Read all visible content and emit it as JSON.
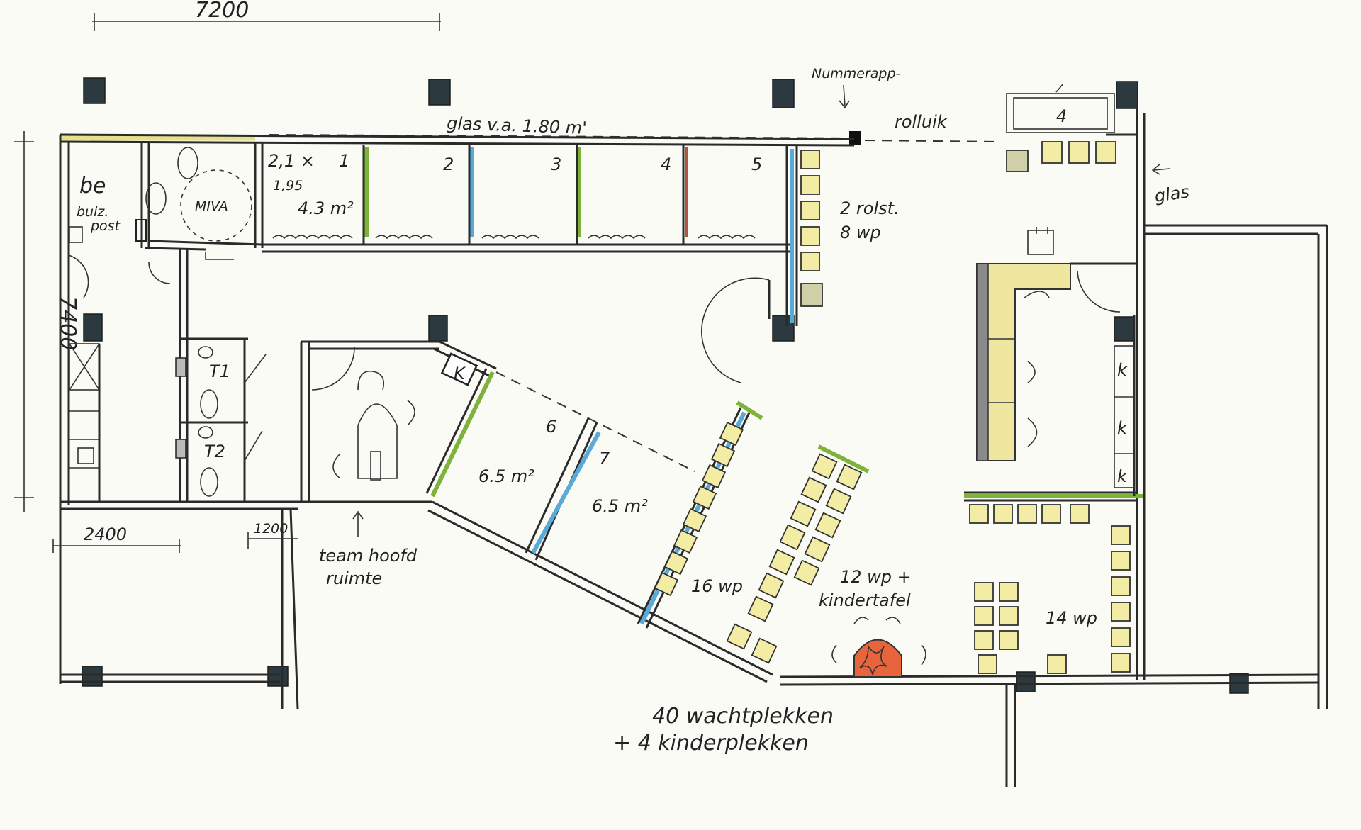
{
  "dimensions": {
    "top_width": "7200",
    "left_height": "7400",
    "bottom_left": "2400",
    "bottom_small": "1200"
  },
  "annotations": {
    "glass_top": "glas v.a. 1.80 m'",
    "ticket_machine": "Nummerapp-",
    "rolluik": "rolluik",
    "glas_right": "glas",
    "be": "be",
    "buiz_post_1": "buiz.",
    "buiz_post_2": "post",
    "mivA": "MIVA",
    "room1_dims_1": "2,1 ×",
    "room1_dims_2": "1,95",
    "room1_area": "4.3 m²",
    "room1_num": "1",
    "room2_num": "2",
    "room3_num": "3",
    "room4_num": "4",
    "room5_num": "5",
    "rolst_1": "2 rolst.",
    "rolst_2": "8 wp",
    "t1": "T1",
    "t2": "T2",
    "k_label": "K",
    "room6_num": "6",
    "room6_area": "6.5 m²",
    "room7_num": "7",
    "room7_area": "6.5 m²",
    "teamhoofd_1": "team hoofd",
    "teamhoofd_2": "ruimte",
    "wp16": "16 wp",
    "wp12_1": "12 wp +",
    "wp12_2": "kindertafel",
    "wp14": "14 wp",
    "k1": "k",
    "k2": "k",
    "k3": "k",
    "seat4": "4",
    "total_1": "40 wachtplekken",
    "total_2": "+ 4 kinderplekken"
  },
  "colors": {
    "ink": "#2a2a2a",
    "seat_fill": "#f2eca4",
    "green": "#7db33a",
    "blue": "#5aaad8",
    "brown": "#b2553a",
    "child_table": "#e8643c",
    "column": "#2c3a3f",
    "counter_grey": "#8a8a8a",
    "counter_yellow": "#efe7a0"
  }
}
